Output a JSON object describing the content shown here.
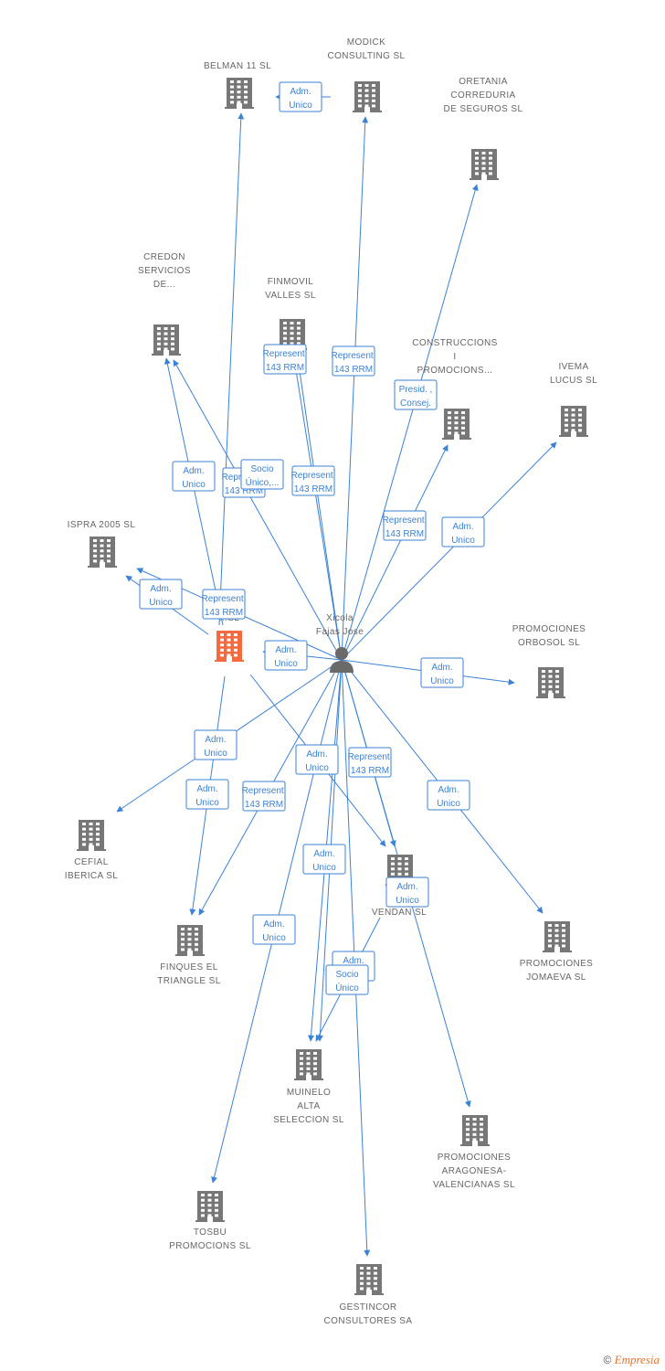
{
  "colors": {
    "edge": "#3b82d6",
    "building": "#777777",
    "focus_building": "#f26a3d",
    "label": "#666666"
  },
  "person": {
    "id": "xicola",
    "label_lines": [
      "Xicola",
      "Fajas Jose"
    ],
    "icon": "person-icon"
  },
  "companies": [
    {
      "id": "belman",
      "label_lines": [
        "BELMAN 11 SL"
      ],
      "icon": "building-icon"
    },
    {
      "id": "modick",
      "label_lines": [
        "MODICK",
        "CONSULTING SL"
      ],
      "icon": "building-icon"
    },
    {
      "id": "oretania",
      "label_lines": [
        "ORETANIA",
        "CORREDURIA",
        "DE SEGUROS SL"
      ],
      "icon": "building-icon"
    },
    {
      "id": "credon",
      "label_lines": [
        "CREDON",
        "SERVICIOS",
        "DE..."
      ],
      "icon": "building-icon"
    },
    {
      "id": "finmovil",
      "label_lines": [
        "FINMOVIL",
        "VALLES SL"
      ],
      "icon": "building-icon"
    },
    {
      "id": "construccions",
      "label_lines": [
        "CONSTRUCCIONS",
        "I",
        "PROMOCIONS..."
      ],
      "icon": "building-icon"
    },
    {
      "id": "ivema",
      "label_lines": [
        "IVEMA",
        "LUCUS SL"
      ],
      "icon": "building-icon"
    },
    {
      "id": "ispra",
      "label_lines": [
        "ISPRA 2005 SL"
      ],
      "icon": "building-icon"
    },
    {
      "id": "main",
      "label_lines": [
        "...SL"
      ],
      "icon": "building-icon",
      "focus": true
    },
    {
      "id": "orbosol",
      "label_lines": [
        "PROMOCIONES",
        "ORBOSOL SL"
      ],
      "icon": "building-icon"
    },
    {
      "id": "cefial",
      "label_lines": [
        "CEFIAL",
        "IBERICA SL"
      ],
      "icon": "building-icon"
    },
    {
      "id": "vendan",
      "label_lines": [
        "VENDAN SL"
      ],
      "icon": "building-icon"
    },
    {
      "id": "finques",
      "label_lines": [
        "FINQUES EL",
        "TRIANGLE SL"
      ],
      "icon": "building-icon"
    },
    {
      "id": "jomaeva",
      "label_lines": [
        "PROMOCIONES",
        "JOMAEVA SL"
      ],
      "icon": "building-icon"
    },
    {
      "id": "muinelo",
      "label_lines": [
        "MUINELO",
        "ALTA",
        "SELECCION SL"
      ],
      "icon": "building-icon"
    },
    {
      "id": "aragonesa",
      "label_lines": [
        "PROMOCIONES",
        "ARAGONESA-",
        "VALENCIANAS SL"
      ],
      "icon": "building-icon"
    },
    {
      "id": "tosbu",
      "label_lines": [
        "TOSBU",
        "PROMOCIONS SL"
      ],
      "icon": "building-icon"
    },
    {
      "id": "gestincor",
      "label_lines": [
        "GESTINCOR",
        "CONSULTORES SA"
      ],
      "icon": "building-icon"
    }
  ],
  "edges": [
    {
      "from": "modick",
      "to": "belman",
      "label_lines": [
        "Adm.",
        "Unico"
      ]
    },
    {
      "from": "main",
      "to": "belman",
      "label_lines": [
        "Represent.",
        "143 RRM"
      ]
    },
    {
      "from": "xicola",
      "to": "modick",
      "label_lines": [
        "Represent.",
        "143 RRM"
      ]
    },
    {
      "from": "xicola",
      "to": "oretania",
      "label_lines": [
        "Presid. ,",
        "Consej."
      ]
    },
    {
      "from": "main",
      "to": "credon",
      "label_lines": [
        "Adm.",
        "Unico"
      ]
    },
    {
      "from": "xicola",
      "to": "credon",
      "label_lines": [
        "Represent.",
        "143 RRM"
      ]
    },
    {
      "from": "xicola",
      "to": "finmovil",
      "label_lines": [
        "Socio",
        "Único,..."
      ]
    },
    {
      "from": "xicola",
      "to": "finmovil",
      "label_lines": [
        "Represent.",
        "143 RRM"
      ]
    },
    {
      "from": "xicola",
      "to": "construccions",
      "label_lines": [
        "Represent.",
        "143 RRM"
      ]
    },
    {
      "from": "xicola",
      "to": "ivema",
      "label_lines": [
        "Adm.",
        "Unico"
      ]
    },
    {
      "from": "main",
      "to": "ispra",
      "label_lines": [
        "Adm.",
        "Unico"
      ]
    },
    {
      "from": "xicola",
      "to": "ispra",
      "label_lines": [
        "Represent.",
        "143 RRM"
      ]
    },
    {
      "from": "xicola",
      "to": "main",
      "label_lines": [
        "Adm.",
        "Unico"
      ]
    },
    {
      "from": "xicola",
      "to": "orbosol",
      "label_lines": [
        "Adm.",
        "Unico"
      ]
    },
    {
      "from": "xicola",
      "to": "cefial",
      "label_lines": [
        "Adm.",
        "Unico"
      ]
    },
    {
      "from": "main",
      "to": "finques",
      "label_lines": [
        "Adm.",
        "Unico"
      ]
    },
    {
      "from": "xicola",
      "to": "finques",
      "label_lines": [
        "Represent.",
        "143 RRM"
      ]
    },
    {
      "from": "main",
      "to": "vendan",
      "label_lines": [
        "Adm.",
        "Unico"
      ]
    },
    {
      "from": "xicola",
      "to": "vendan",
      "label_lines": [
        "Represent.",
        "143 RRM"
      ]
    },
    {
      "from": "xicola",
      "to": "jomaeva",
      "label_lines": [
        "Adm.",
        "Unico"
      ]
    },
    {
      "from": "xicola",
      "to": "muinelo",
      "label_lines": [
        "Adm.",
        "Unico"
      ]
    },
    {
      "from": "vendan",
      "to": "muinelo",
      "label_lines": [
        "Adm.",
        "Unico"
      ]
    },
    {
      "from": "xicola",
      "to": "muinelo",
      "label_lines": [
        "Socio",
        "Único"
      ]
    },
    {
      "from": "xicola",
      "to": "aragonesa",
      "label_lines": [
        "Adm.",
        "Unico"
      ]
    },
    {
      "from": "xicola",
      "to": "tosbu",
      "label_lines": [
        "Adm.",
        "Unico"
      ]
    },
    {
      "from": "xicola",
      "to": "gestincor",
      "label_lines": []
    }
  ],
  "footer": {
    "copyright": "©",
    "brand": "Empresia"
  }
}
